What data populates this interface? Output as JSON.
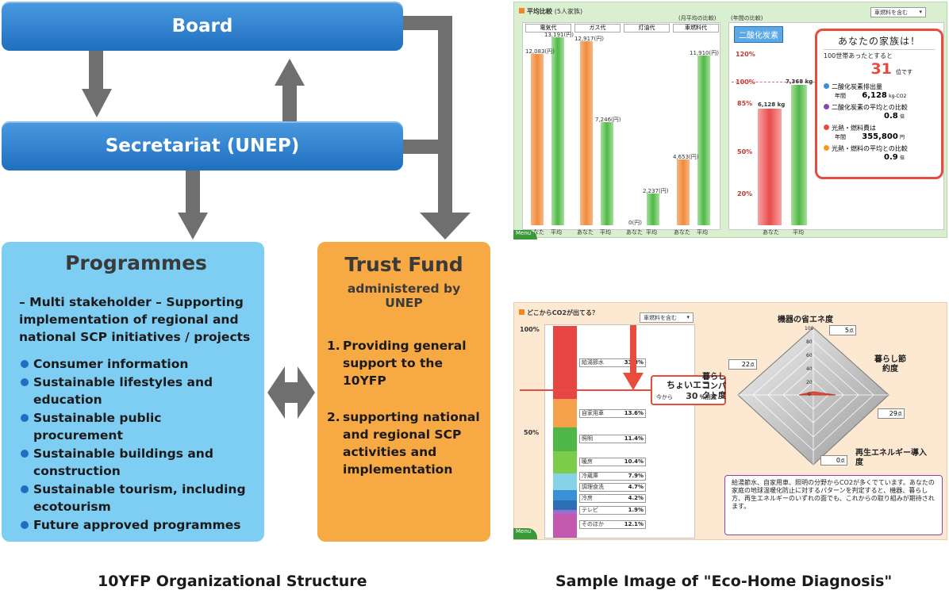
{
  "org": {
    "board": "Board",
    "secretariat": "Secretariat (UNEP)",
    "programmes": {
      "title": "Programmes",
      "intro": "– Multi stakeholder – Supporting implementation of regional and national SCP initiatives / projects",
      "items": [
        "Consumer information",
        "Sustainable lifestyles and education",
        "Sustainable public procurement",
        "Sustainable buildings and construction",
        "Sustainable tourism, including ecotourism",
        "Future approved programmes"
      ]
    },
    "trust_fund": {
      "title": "Trust Fund",
      "subtitle": "administered by UNEP",
      "items": [
        {
          "num": "1.",
          "text": "Providing general support to the 10YFP"
        },
        {
          "num": "2.",
          "text": "supporting national and regional SCP activities and implementation"
        }
      ]
    },
    "caption": "10YFP Organizational Structure"
  },
  "eco": {
    "caption": "Sample Image of \"Eco-Home Diagnosis\"",
    "top": {
      "title": "平均比較",
      "title_sub": "(5人家族)",
      "monthly_note": "(月平均の比較)",
      "annual_note": "(年間の比較)",
      "select": "車燃料を含む",
      "categories": [
        "電気代",
        "ガス代",
        "灯油代",
        "車燃料代"
      ],
      "x_labels": [
        "あなた",
        "平均"
      ],
      "values": [
        {
          "you": "12,083",
          "avg": "13,191"
        },
        {
          "you": "12,917",
          "avg": "7,246"
        },
        {
          "you": "0",
          "avg": "2,237"
        },
        {
          "you": "4,653",
          "avg": "11,910"
        }
      ],
      "unit": "(円)",
      "co2_label": "二酸化炭素",
      "co2_you": "6,128 kg",
      "co2_avg": "7,368 kg",
      "pct_ticks": [
        "120%",
        "100%",
        "85%",
        "50%",
        "20%"
      ],
      "menu": "Menu",
      "info": {
        "head": "あなたの家族は！",
        "rank_text": "100世帯あったとすると",
        "rank": "31",
        "rank_unit": "位です",
        "rows": [
          {
            "label": "二酸化炭素排出量",
            "sub": "年間",
            "value": "6,128",
            "unit": "kg-CO2",
            "color": "#3a8fd6"
          },
          {
            "label": "二酸化炭素の平均との比較",
            "sub": "",
            "value": "0.8",
            "unit": "倍",
            "color": "#8e44ad"
          },
          {
            "label": "光熱・燃料費は",
            "sub": "年間",
            "value": "355,800",
            "unit": "円",
            "color": "#e74c3c"
          },
          {
            "label": "光熱・燃料の平均との比較",
            "sub": "",
            "value": "0.9",
            "unit": "倍",
            "color": "#f39c12"
          }
        ]
      }
    },
    "bottom": {
      "title": "どこからCO2が出てる？",
      "select": "車燃料を含む",
      "pct_ticks": [
        "100%",
        "50%"
      ],
      "segments": [
        {
          "label": "給湯節水",
          "value": "33.8%",
          "color": "#e84545"
        },
        {
          "label": "自家用車",
          "value": "13.6%",
          "color": "#f5a04a"
        },
        {
          "label": "照明",
          "value": "11.4%",
          "color": "#4fb747"
        },
        {
          "label": "暖房",
          "value": "10.4%",
          "color": "#7ccc4a"
        },
        {
          "label": "冷蔵庫",
          "value": "7.9%",
          "color": "#86d3e8"
        },
        {
          "label": "調理食洗",
          "value": "4.7%",
          "color": "#3a8fd6"
        },
        {
          "label": "冷房",
          "value": "4.2%",
          "color": "#2c6fb5"
        },
        {
          "label": "テレビ",
          "value": "1.9%",
          "color": "#9a6fcf"
        },
        {
          "label": "そのほか",
          "value": "12.1%",
          "color": "#c45ab0"
        }
      ],
      "callout_title": "ちょいエコ",
      "callout_sub": "今から",
      "callout_value": "30",
      "callout_unit": "％削減",
      "radar": {
        "axis_top": "機器の省エネ度",
        "axis_right": "暮らし節約度",
        "axis_bottom": "再生エネルギー導入度",
        "axis_left": "暮らしコンパクト度",
        "ticks": [
          "100",
          "80",
          "60",
          "40",
          "20",
          "0"
        ],
        "scores": {
          "top": "5",
          "right": "29",
          "bottom": "0",
          "left": "22"
        },
        "score_unit": "点"
      },
      "comment": "給湯節水、自家用車、照明の分野からCO2が多くでています。あなたの家庭の地球温暖化防止に対するパターンを判定すると、機器、暮らし方、再生エネルギーのいずれの面でも、これからの取り組みが期待されます。",
      "menu": "Menu"
    }
  }
}
